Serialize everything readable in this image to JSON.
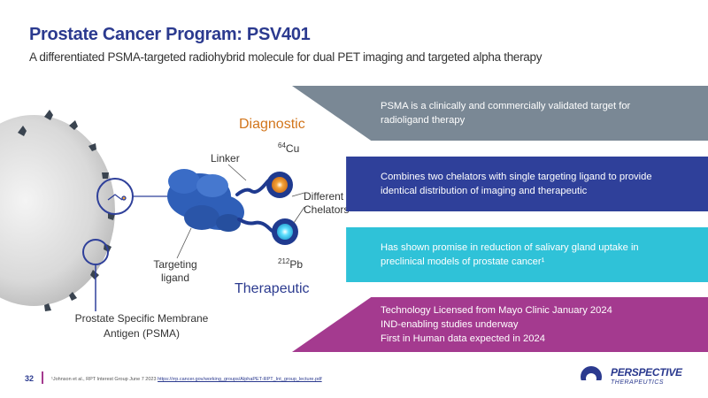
{
  "header": {
    "title": "Prostate Cancer Program: PSV401",
    "subtitle": "A differentiated PSMA-targeted radiohybrid molecule for dual PET imaging and targeted alpha therapy"
  },
  "diagram": {
    "diagnostic_label": "Diagnostic",
    "therapeutic_label": "Therapeutic",
    "linker_label": "Linker",
    "chelators_line1": "Different",
    "chelators_line2": "Chelators",
    "cu_mass": "64",
    "cu_symbol": "Cu",
    "pb_mass": "212",
    "pb_symbol": "Pb",
    "targeting_line1": "Targeting",
    "targeting_line2": "ligand",
    "psma_line1": "Prostate Specific Membrane",
    "psma_line2": "Antigen (PSMA)"
  },
  "panels": [
    {
      "lines": [
        "PSMA is a clinically and commercially validated target for",
        "radioligand therapy"
      ],
      "color": "#7a8895"
    },
    {
      "lines": [
        "Combines two chelators with single targeting ligand to provide",
        "identical distribution of imaging and therapeutic"
      ],
      "color": "#2f409a"
    },
    {
      "lines": [
        "Has shown promise in reduction of salivary gland uptake in",
        "preclinical models of prostate cancer¹"
      ],
      "color": "#2fc2d8"
    },
    {
      "lines": [
        "Technology Licensed from Mayo Clinic January 2024",
        "IND-enabling studies underway",
        "First in Human data expected in 2024"
      ],
      "color": "#a43a8f"
    }
  ],
  "footer": {
    "page_number": "32",
    "footnote_text": "¹Johnson et al., RPT Interest Group June 7 2023 ",
    "footnote_link": "https://rrp.cancer.gov/working_groups/AlphaPET-RPT_Int_group_lecture.pdf",
    "logo_name": "PERSPECTIVE",
    "logo_sub": "THERAPEUTICS"
  },
  "colors": {
    "title": "#2b3a8f",
    "diagnostic": "#d2751b",
    "therapeutic": "#2b3a8f"
  }
}
